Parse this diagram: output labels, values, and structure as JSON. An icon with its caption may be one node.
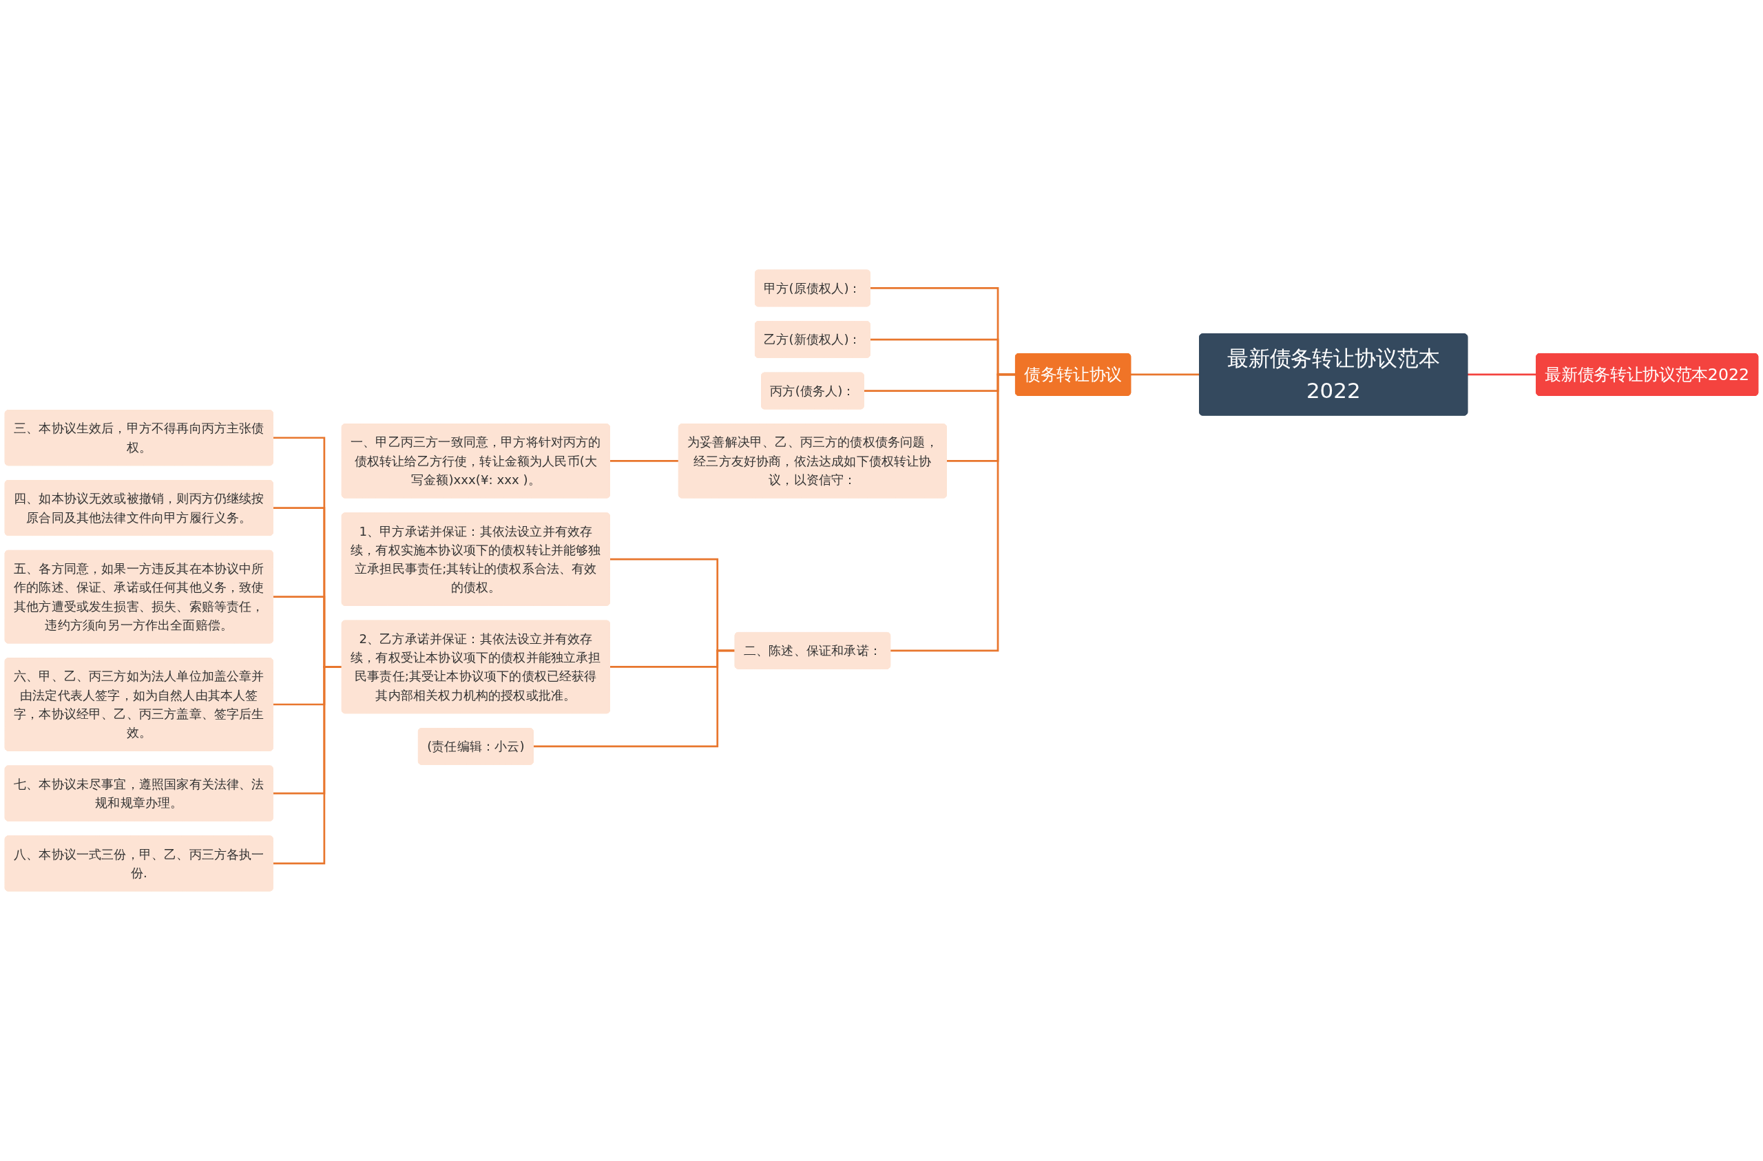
{
  "diagram": {
    "nodes": [
      {
        "text": [
          "最新债务转让协议范本2022"
        ]
      },
      {
        "text": [
          "债务转让协议"
        ]
      },
      {
        "text": [
          "最新债务转让协议范本2022"
        ]
      },
      {
        "text": [
          "甲方(原债权人)："
        ]
      },
      {
        "text": [
          "乙方(新债权人)："
        ]
      },
      {
        "text": [
          "丙方(债务人)："
        ]
      },
      {
        "text": [
          "为妥善解决甲、乙、丙三方的债权债务问题，经三方友好协商，依法达成如下债权转让协议，以资信守："
        ]
      },
      {
        "text": [
          "一、甲乙丙三方一致同意，甲方将针对丙方的债权转让给乙方行使，转让金额为人民币(大写金额)xxx(¥: xxx )。"
        ]
      },
      {
        "text": [
          "二、陈述、保证和承诺："
        ]
      },
      {
        "text": [
          "1、甲方承诺并保证：其依法设立并有效存续，有权实施本协议项下的债权转让并能够独立承担民事责任;其转让的债权系合法、有效的债权。"
        ]
      },
      {
        "text": [
          "2、乙方承诺并保证：其依法设立并有效存续，有权受让本协议项下的债权并能独立承担民事责任;其受让本协议项下的债权已经获得其内部相关权力机构的授权或批准。"
        ]
      },
      {
        "text": [
          "三、本协议生效后，甲方不得再向丙方主张债权。"
        ]
      },
      {
        "text": [
          "四、如本协议无效或被撤销，则丙方仍继续按原合同及其他法律文件向甲方履行义务。"
        ]
      },
      {
        "text": [
          "五、各方同意，如果一方违反其在本协议中所作的陈述、保证、承诺或任何其他义务，致使其他方遭受或发生损害、损失、索赔等责任，违约方须向另一方作出全面赔偿。"
        ]
      },
      {
        "text": [
          "六、甲、乙、丙三方如为法人单位加盖公章并由法定代表人签字，如为自然人由其本人签字，本协议经甲、乙、丙三方盖章、签字后生效。"
        ]
      },
      {
        "text": [
          "七、本协议未尽事宜，遵照国家有关法律、法规和规章办理。"
        ]
      },
      {
        "text": [
          "八、本协议一式三份，甲、乙、丙三方各执一份."
        ]
      },
      {
        "text": [
          "(责任编辑：小云)"
        ]
      }
    ],
    "edges": [
      {
        "from": 0,
        "to": 1,
        "arrow": "none"
      },
      {
        "from": 0,
        "to": 2,
        "arrow": "none",
        "color": "#f4433f"
      },
      {
        "from": 1,
        "to": 3,
        "arrow": "none"
      },
      {
        "from": 1,
        "to": 4,
        "arrow": "none"
      },
      {
        "from": 1,
        "to": 5,
        "arrow": "none"
      },
      {
        "from": 1,
        "to": 6,
        "arrow": "none"
      },
      {
        "from": 6,
        "to": 7,
        "arrow": "none"
      },
      {
        "from": 1,
        "to": 8,
        "arrow": "none"
      },
      {
        "from": 8,
        "to": 9,
        "arrow": "none"
      },
      {
        "from": 8,
        "to": 10,
        "arrow": "none"
      },
      {
        "from": 10,
        "to": 11,
        "arrow": "none"
      },
      {
        "from": 10,
        "to": 12,
        "arrow": "none"
      },
      {
        "from": 10,
        "to": 13,
        "arrow": "none"
      },
      {
        "from": 10,
        "to": 14,
        "arrow": "none"
      },
      {
        "from": 10,
        "to": 15,
        "arrow": "none"
      },
      {
        "from": 10,
        "to": 16,
        "arrow": "none"
      },
      {
        "from": 8,
        "to": 17,
        "arrow": "none"
      }
    ]
  }
}
